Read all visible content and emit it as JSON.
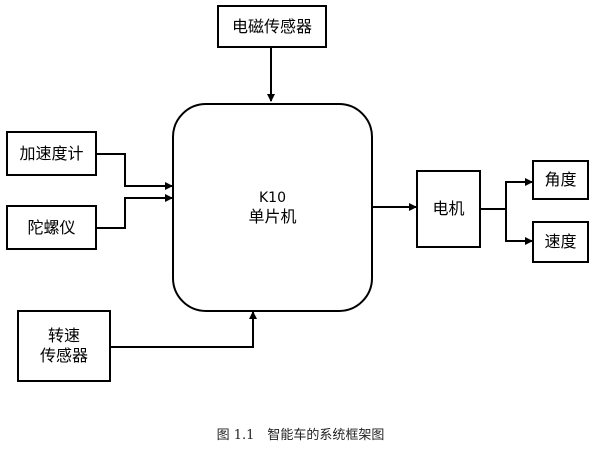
{
  "nodes": {
    "em_sensor": "电磁传感器",
    "accelerometer": "加速度计",
    "gyroscope": "陀螺仪",
    "speed_sensor_line1": "转速",
    "speed_sensor_line2": "传感器",
    "mcu_line1": "K10",
    "mcu_line2": "单片机",
    "motor": "电机",
    "angle": "角度",
    "speed": "速度"
  },
  "caption": "图 1.1　智能车的系统框架图"
}
